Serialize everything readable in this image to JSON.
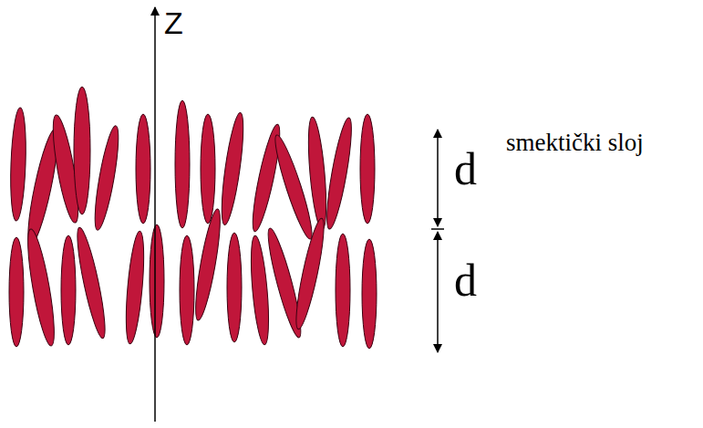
{
  "diagram": {
    "labels": [
      "Z",
      "d",
      "d",
      "smektički sloj"
    ]
  }
}
